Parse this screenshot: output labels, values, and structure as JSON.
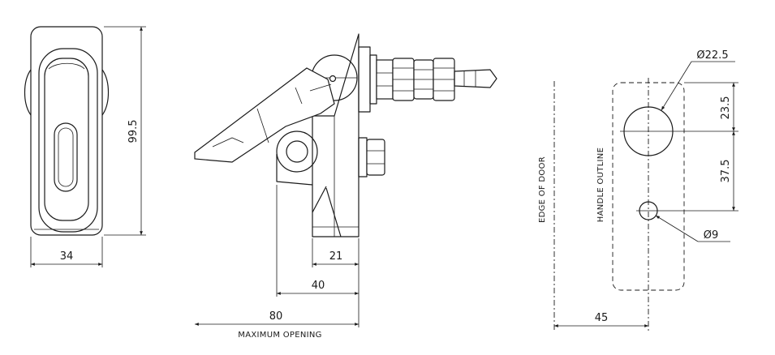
{
  "dimensions": {
    "width_34": "34",
    "height_99_5": "99.5",
    "width_21": "21",
    "width_40": "40",
    "width_80": "80",
    "dia_22_5": "Ø22.5",
    "gap_23_5": "23.5",
    "gap_37_5": "37.5",
    "dia_9": "Ø9",
    "offset_45": "45"
  },
  "labels": {
    "maximum_opening": "MAXIMUM OPENING",
    "edge_of_door": "EDGE OF DOOR",
    "handle_outline": "HANDLE OUTLINE"
  }
}
